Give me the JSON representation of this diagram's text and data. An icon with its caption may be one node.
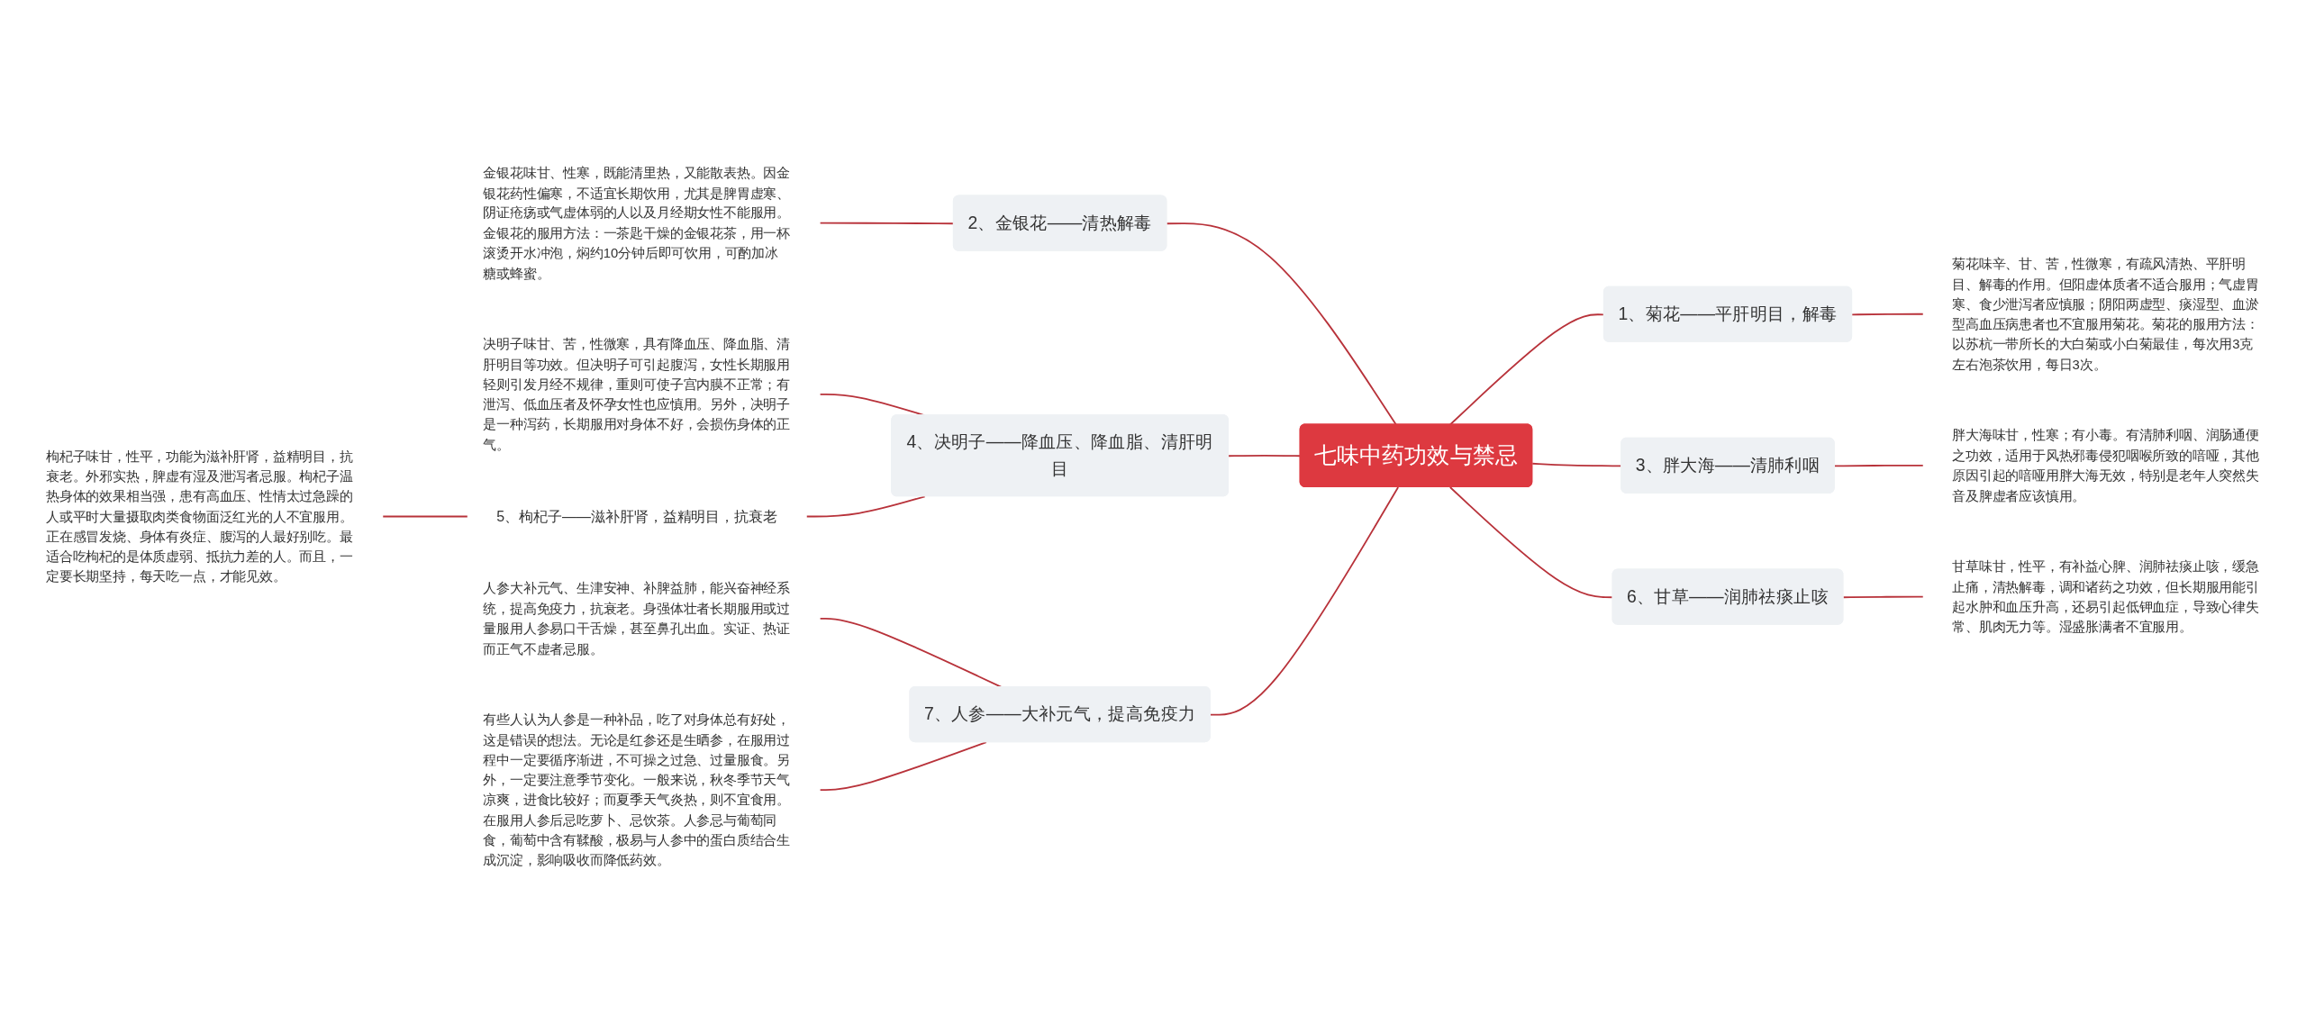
{
  "diagram": {
    "nodes": [
      {
        "text": [
          "七味中药功效与禁忌"
        ]
      },
      {
        "text": [
          "1、菊花——平肝明目，解毒"
        ]
      },
      {
        "text": [
          "菊花味辛、甘、苦，性微寒，有疏风清热、平肝明目、解毒的作用。但阳虚体质者不适合服用；气虚胃寒、食少泄泻者应慎服；阴阳两虚型、痰湿型、血淤型高血压病患者也不宜服用菊花。菊花的服用方法：以苏杭一带所长的大白菊或小白菊最佳，每次用3克左右泡茶饮用，每日3次。"
        ]
      },
      {
        "text": [
          "2、金银花——清热解毒"
        ]
      },
      {
        "text": [
          "金银花味甘、性寒，既能清里热，又能散表热。因金银花药性偏寒，不适宜长期饮用，尤其是脾胃虚寒、阴证疮疡或气虚体弱的人以及月经期女性不能服用。金银花的服用方法：一茶匙干燥的金银花茶，用一杯滚烫开水冲泡，焖约10分钟后即可饮用，可酌加冰糖或蜂蜜。"
        ]
      },
      {
        "text": [
          "3、胖大海——清肺利咽"
        ]
      },
      {
        "text": [
          "胖大海味甘，性寒；有小毒。有清肺利咽、润肠通便之功效，适用于风热邪毒侵犯咽喉所致的喑哑，其他原因引起的喑哑用胖大海无效，特别是老年人突然失音及脾虚者应该慎用。"
        ]
      },
      {
        "text": [
          "4、决明子——降血压、降血脂、清肝明目"
        ]
      },
      {
        "text": [
          "决明子味甘、苦，性微寒，具有降血压、降血脂、清肝明目等功效。但决明子可引起腹泻，女性长期服用轻则引发月经不规律，重则可使子宫内膜不正常；有泄泻、低血压者及怀孕女性也应慎用。另外，决明子是一种泻药，长期服用对身体不好，会损伤身体的正气。"
        ]
      },
      {
        "text": [
          "5、枸杞子——滋补肝肾，益精明目，抗衰老"
        ]
      },
      {
        "text": [
          "枸杞子味甘，性平，功能为滋补肝肾，益精明目，抗衰老。外邪实热，脾虚有湿及泄泻者忌服。枸杞子温热身体的效果相当强，患有高血压、性情太过急躁的人或平时大量摄取肉类食物面泛红光的人不宜服用。正在感冒发烧、身体有炎症、腹泻的人最好别吃。最适合吃枸杞的是体质虚弱、抵抗力差的人。而且，一定要长期坚持，每天吃一点，才能见效。"
        ]
      },
      {
        "text": [
          "6、甘草——润肺祛痰止咳"
        ]
      },
      {
        "text": [
          "甘草味甘，性平，有补益心脾、润肺祛痰止咳，缓急止痛，清热解毒，调和诸药之功效，但长期服用能引起水肿和血压升高，还易引起低钾血症，导致心律失常、肌肉无力等。湿盛胀满者不宜服用。"
        ]
      },
      {
        "text": [
          "7、人参——大补元气，提高免疫力"
        ]
      },
      {
        "text": [
          "人参大补元气、生津安神、补脾益肺，能兴奋神经系统，提高免疫力，抗衰老。身强体壮者长期服用或过量服用人参易口干舌燥，甚至鼻孔出血。实证、热证而正气不虚者忌服。"
        ]
      },
      {
        "text": [
          "有些人认为人参是一种补品，吃了对身体总有好处，这是错误的想法。无论是红参还是生晒参，在服用过程中一定要循序渐进，不可操之过急、过量服食。另外，一定要注意季节变化。一般来说，秋冬季节天气凉爽，进食比较好；而夏季天气炎热，则不宜食用。在服用人参后忌吃萝卜、忌饮茶。人参忌与葡萄同食，葡萄中含有鞣酸，极易与人参中的蛋白质结合生成沉淀，影响吸收而降低药效。"
        ]
      }
    ],
    "edges": [
      {
        "from": 0,
        "to": 1,
        "arrow": "none"
      },
      {
        "from": 1,
        "to": 2,
        "arrow": "none"
      },
      {
        "from": 3,
        "to": 0,
        "arrow": "none"
      },
      {
        "from": 4,
        "to": 3,
        "arrow": "none"
      },
      {
        "from": 0,
        "to": 5,
        "arrow": "none"
      },
      {
        "from": 5,
        "to": 6,
        "arrow": "none"
      },
      {
        "from": 7,
        "to": 0,
        "arrow": "none"
      },
      {
        "from": 8,
        "to": 7,
        "arrow": "none"
      },
      {
        "from": 9,
        "to": 7,
        "arrow": "none"
      },
      {
        "from": 10,
        "to": 9,
        "arrow": "none"
      },
      {
        "from": 0,
        "to": 11,
        "arrow": "none"
      },
      {
        "from": 11,
        "to": 12,
        "arrow": "none"
      },
      {
        "from": 13,
        "to": 0,
        "arrow": "none"
      },
      {
        "from": 14,
        "to": 13,
        "arrow": "none"
      },
      {
        "from": 15,
        "to": 13,
        "arrow": "none"
      }
    ]
  }
}
